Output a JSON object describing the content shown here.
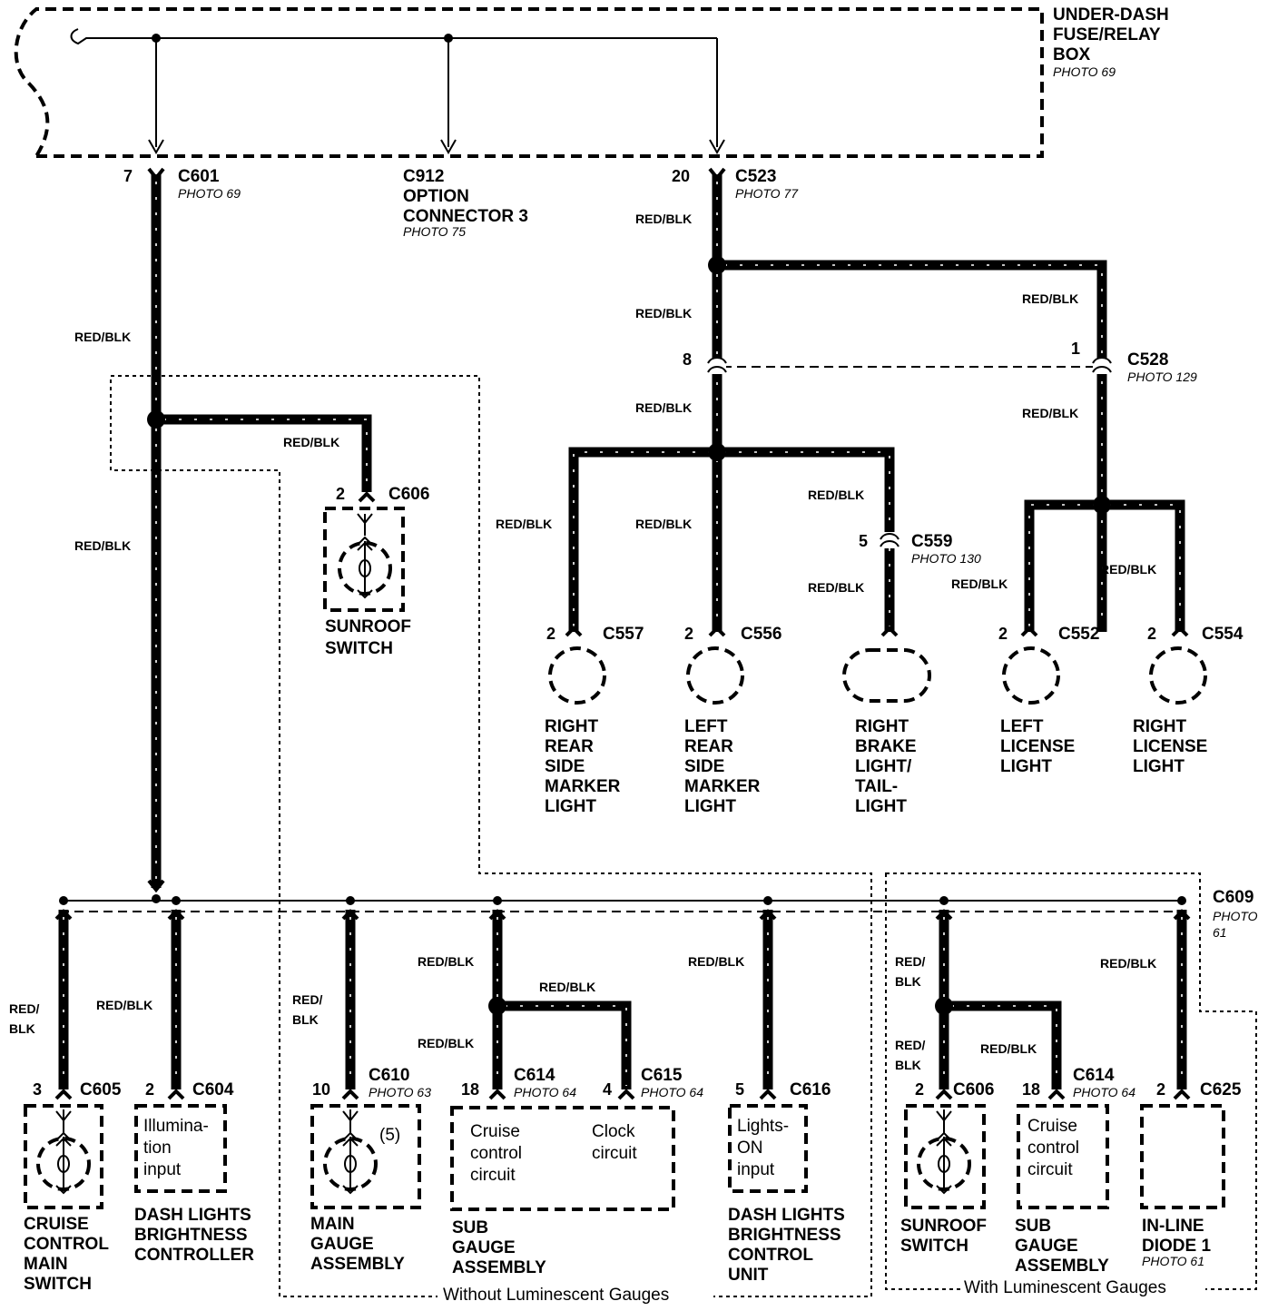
{
  "fuse_box": {
    "line1": "UNDER-DASH",
    "line2": "FUSE/RELAY",
    "line3": "BOX",
    "photo": "PHOTO 69"
  },
  "wire_color": "RED/BLK",
  "wire_color_split": {
    "line1": "RED/",
    "line2": "BLK"
  },
  "connectors": {
    "c601": {
      "name": "C601",
      "photo": "PHOTO 69",
      "pin": "7"
    },
    "c912": {
      "name": "C912",
      "line2": "OPTION",
      "line3": "CONNECTOR 3",
      "photo": "PHOTO 75"
    },
    "c523": {
      "name": "C523",
      "photo": "PHOTO 77",
      "pin": "20"
    },
    "c528": {
      "name": "C528",
      "photo": "PHOTO 129",
      "pin": "1",
      "pin_left": "8"
    },
    "c559": {
      "name": "C559",
      "photo": "PHOTO 130",
      "pin": "5"
    },
    "c606": {
      "name": "C606",
      "pin": "2"
    },
    "c557": {
      "name": "C557",
      "pin": "2"
    },
    "c556": {
      "name": "C556",
      "pin": "2"
    },
    "c552": {
      "name": "C552",
      "pin": "2"
    },
    "c554": {
      "name": "C554",
      "pin": "2"
    },
    "c609": {
      "name": "C609",
      "photo_line1": "PHOTO",
      "photo_line2": "61"
    },
    "c605": {
      "name": "C605",
      "pin": "3"
    },
    "c604": {
      "name": "C604",
      "pin": "2"
    },
    "c610": {
      "name": "C610",
      "photo": "PHOTO 63",
      "pin": "10"
    },
    "c614": {
      "name": "C614",
      "photo": "PHOTO 64",
      "pin": "18"
    },
    "c615": {
      "name": "C615",
      "photo": "PHOTO 64",
      "pin": "4"
    },
    "c616": {
      "name": "C616",
      "pin": "5"
    },
    "c606b": {
      "name": "C606",
      "pin": "2"
    },
    "c614b": {
      "name": "C614",
      "photo": "PHOTO 64",
      "pin": "18"
    },
    "c625": {
      "name": "C625",
      "pin": "2"
    }
  },
  "components": {
    "sunroof_top": [
      "SUNROOF",
      "SWITCH"
    ],
    "right_rear_side": [
      "RIGHT",
      "REAR",
      "SIDE",
      "MARKER",
      "LIGHT"
    ],
    "left_rear_side": [
      "LEFT",
      "REAR",
      "SIDE",
      "MARKER",
      "LIGHT"
    ],
    "right_brake": [
      "RIGHT",
      "BRAKE",
      "LIGHT/",
      "TAIL-",
      "LIGHT"
    ],
    "left_license": [
      "LEFT",
      "LICENSE",
      "LIGHT"
    ],
    "right_license": [
      "RIGHT",
      "LICENSE",
      "LIGHT"
    ],
    "cruise_main": [
      "CRUISE",
      "CONTROL",
      "MAIN",
      "SWITCH"
    ],
    "dash_controller": [
      "DASH LIGHTS",
      "BRIGHTNESS",
      "CONTROLLER"
    ],
    "main_gauge": [
      "MAIN",
      "GAUGE",
      "ASSEMBLY"
    ],
    "sub_gauge": [
      "SUB",
      "GAUGE",
      "ASSEMBLY"
    ],
    "dash_control_unit": [
      "DASH LIGHTS",
      "BRIGHTNESS",
      "CONTROL",
      "UNIT"
    ],
    "sunroof_bottom": [
      "SUNROOF",
      "SWITCH"
    ],
    "sub_gauge_b": [
      "SUB",
      "GAUGE",
      "ASSEMBLY"
    ],
    "inline_diode": [
      "IN-LINE",
      "DIODE 1"
    ],
    "inline_diode_photo": "PHOTO 61"
  },
  "inner_labels": {
    "illumination": [
      "Illumina-",
      "tion",
      "input"
    ],
    "cruise_circuit": [
      "Cruise",
      "control",
      "circuit"
    ],
    "clock_circuit": [
      "Clock",
      "circuit"
    ],
    "lights_on": [
      "Lights-",
      "ON",
      "input"
    ],
    "cruise_circuit_b": [
      "Cruise",
      "control",
      "circuit"
    ],
    "main_gauge_note": "(5)"
  },
  "groups": {
    "without": "Without Luminescent Gauges",
    "with": "With Luminescent Gauges"
  },
  "icons": [
    "bulb-icon",
    "switch-icon",
    "fuse-icon"
  ]
}
